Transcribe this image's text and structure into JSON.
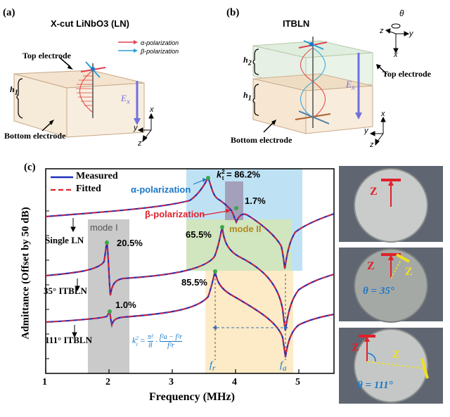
{
  "panel_a": {
    "letter": "(a)",
    "title": "X-cut LiNbO3 (LN)",
    "alpha_label": "α-polarization",
    "beta_label": "β-polarization",
    "top_electrode": "Top electrode",
    "bottom_electrode": "Bottom electrode",
    "h1": "h",
    "h1_sub": "1",
    "ex": "E",
    "ex_sub": "x",
    "axis_x": "x",
    "axis_y": "y",
    "axis_z": "z"
  },
  "panel_b": {
    "letter": "(b)",
    "title": "ITBLN",
    "theta": "θ",
    "h2": "h",
    "h2_sub": "2",
    "h1": "h",
    "h1_sub": "1",
    "ex": "E",
    "ex_sub": "x",
    "top_electrode": "Top electrode",
    "bottom_electrode": "Bottom electrode",
    "axis_x": "x",
    "axis_y": "y",
    "axis_z": "z"
  },
  "panel_c": {
    "letter": "(c)",
    "legend_measured": "Measured",
    "legend_fitted": "Fitted",
    "alpha_label": "α-polarization",
    "beta_label": "β-polarization",
    "mode1": "mode I",
    "mode2": "mode II",
    "kt_label": "k",
    "kt_value": "= 86.2%",
    "val_1_7": "1.7%",
    "val_65_5": "65.5%",
    "val_20_5": "20.5%",
    "val_85_5": "85.5%",
    "val_1_0": "1.0%",
    "curve_single": "Single LN",
    "curve_35": "35° ITBLN",
    "curve_111": "111° ITBLN",
    "fr": "f",
    "fr_sub": "r",
    "fa": "f",
    "fa_sub": "a",
    "formula_lhs": "k",
    "formula_frac1_num": "π²",
    "formula_frac1_den": "8",
    "formula_frac2_num": "f²a − f²r",
    "formula_frac2_den": "f²r"
  },
  "photos": {
    "z_label": "Z",
    "theta35": "θ = 35°",
    "theta111": "θ = 111°"
  },
  "colors": {
    "measured": "#1f2fbf",
    "fitted": "#e0202a",
    "mode1_band": "#b8b8b8",
    "mode2_band": "#d6e6b0",
    "alpha_band": "#a8d8f0",
    "fr_fa_band": "#fbe6b8",
    "beta_box": "#8a6a8a",
    "peak_dot": "#3aa84a",
    "alpha_text": "#1b78c8",
    "beta_text": "#e0202a"
  },
  "chart_data": {
    "type": "line",
    "xlabel": "Frequency (MHz)",
    "ylabel": "Admittance (Offset by 50 dB)",
    "x_ticks": [
      "1",
      "2",
      "3",
      "4",
      "5"
    ],
    "xlim": [
      1,
      5.55
    ],
    "series": [
      {
        "name": "Single LN",
        "resonances": [
          {
            "fr": 3.6,
            "fa": 4.0
          },
          {
            "fr": 4.0,
            "fa": 4.75
          }
        ]
      },
      {
        "name": "35° ITBLN",
        "resonances": [
          {
            "fr": 1.95,
            "fa": 2.05
          },
          {
            "fr": 3.75,
            "fa": 4.75
          }
        ]
      },
      {
        "name": "111° ITBLN",
        "resonances": [
          {
            "fr": 1.97,
            "fa": 2.02
          },
          {
            "fr": 3.67,
            "fa": 4.78
          }
        ]
      }
    ]
  }
}
